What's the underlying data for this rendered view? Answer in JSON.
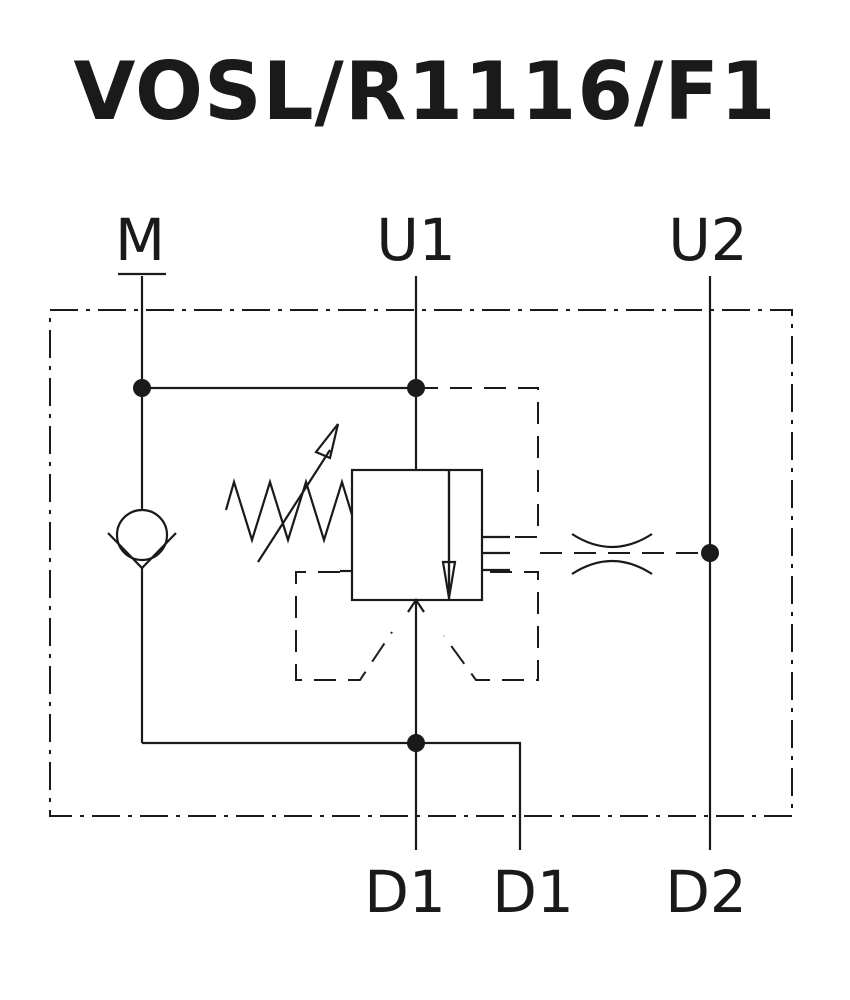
{
  "title": "VOSL/R1116/F1",
  "ports": {
    "m": "M",
    "u1": "U1",
    "u2": "U2",
    "d1_left": "D1",
    "d1_right": "D1",
    "d2": "D2"
  },
  "colors": {
    "ink": "#1a1a1a",
    "background": "#ffffff"
  }
}
